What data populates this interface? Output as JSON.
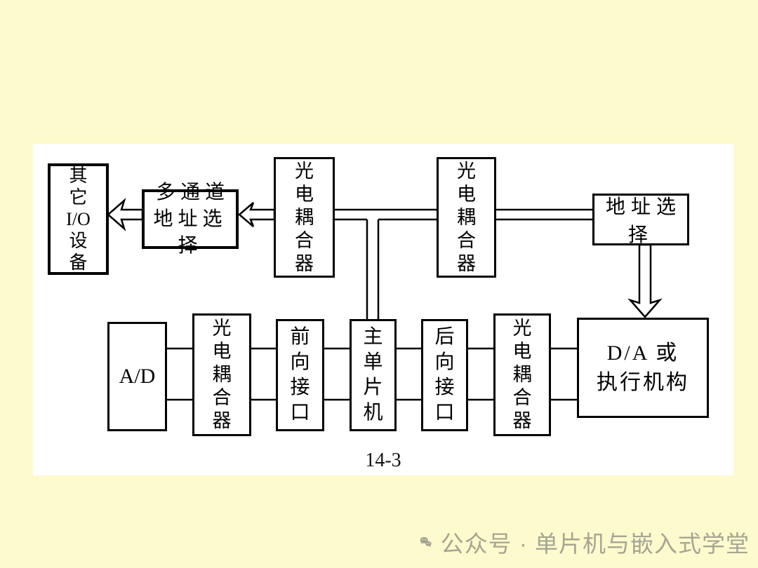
{
  "slide": {
    "caption": "14-3",
    "colors": {
      "background": "#FDFBCE",
      "panel": "#FFFFFF",
      "line": "#000000",
      "watermark": "#A6A591"
    }
  },
  "diagram": {
    "boxes": {
      "other_io": {
        "label": "其\n它\nI/O\n设\n备"
      },
      "multi_channel_addr": {
        "label": "多通道\n地址选择"
      },
      "opto_coupler_top_left": {
        "label": "光\n电\n耦\n合\n器"
      },
      "opto_coupler_top_right": {
        "label": "光\n电\n耦\n合\n器"
      },
      "addr_select": {
        "label": "地址选择"
      },
      "ad_converter": {
        "label": "A/D"
      },
      "opto_coupler_forward": {
        "label": "光\n电\n耦\n合\n器"
      },
      "forward_interface": {
        "label": "前\n向\n接\n口"
      },
      "main_mcu": {
        "label": "主\n单\n片\n机"
      },
      "backward_interface": {
        "label": "后\n向\n接\n口"
      },
      "opto_coupler_backward": {
        "label": "光\n电\n耦\n合\n器"
      },
      "da_or_actuator": {
        "label": "D/A 或\n执行机构"
      }
    },
    "caption": "14-3"
  },
  "watermark": {
    "icon": "wechat-icon",
    "text": "公众号 · 单片机与嵌入式学堂"
  }
}
